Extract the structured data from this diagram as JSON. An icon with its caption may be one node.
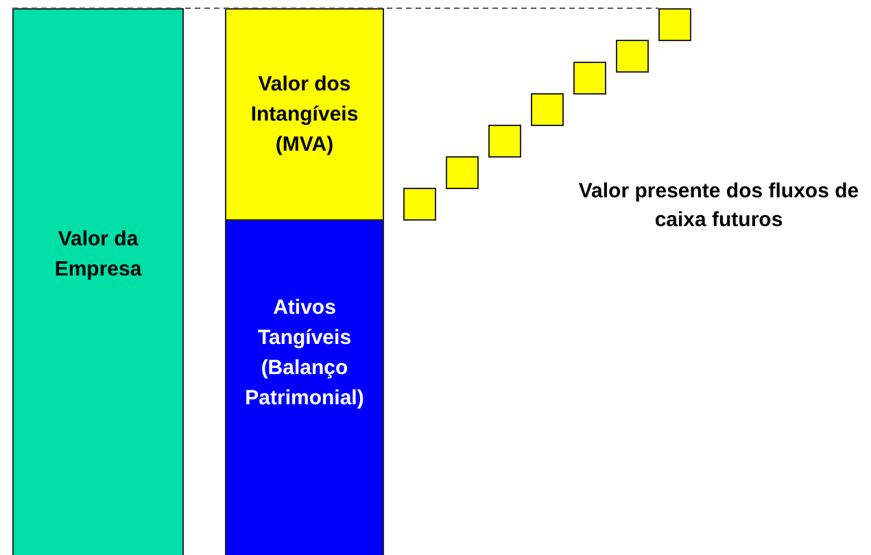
{
  "diagram": {
    "nodes": [
      {
        "text": [
          "Valor da Empresa"
        ]
      },
      {
        "text": [
          "Valor dos Intangíveis (MVA)"
        ]
      },
      {
        "text": [
          "Ativos Tangíveis (Balanço Patrimonial)"
        ]
      },
      {
        "text": [],
        "shape": "box"
      },
      {
        "text": [],
        "shape": "box"
      },
      {
        "text": [],
        "shape": "box"
      },
      {
        "text": [],
        "shape": "box"
      },
      {
        "text": [],
        "shape": "box"
      },
      {
        "text": [],
        "shape": "box"
      },
      {
        "text": [],
        "shape": "box"
      }
    ],
    "edges": [
      {
        "from": 0,
        "to": 9,
        "arrow": "none",
        "style": "dashed"
      }
    ],
    "labels": [
      "Valor presente dos fluxos de caixa futuros"
    ]
  }
}
